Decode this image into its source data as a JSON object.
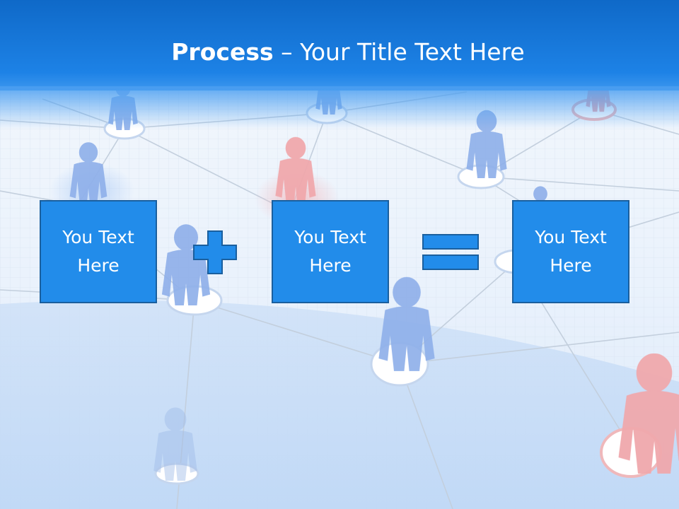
{
  "slide": {
    "title_bold": "Process",
    "title_rest": " – Your Title Text Here",
    "boxes": [
      {
        "text": "You Text\nHere"
      },
      {
        "text": "You Text\nHere"
      },
      {
        "text": "You Text\nHere"
      }
    ]
  },
  "colors": {
    "header": "#1d82e6",
    "box_fill": "#228cea",
    "box_border": "#1a5f9e",
    "figure_blue": "#8fb0ea",
    "figure_red": "#f0a8ac"
  },
  "icons": {
    "operator_1": "plus-icon",
    "operator_2": "equals-icon"
  }
}
